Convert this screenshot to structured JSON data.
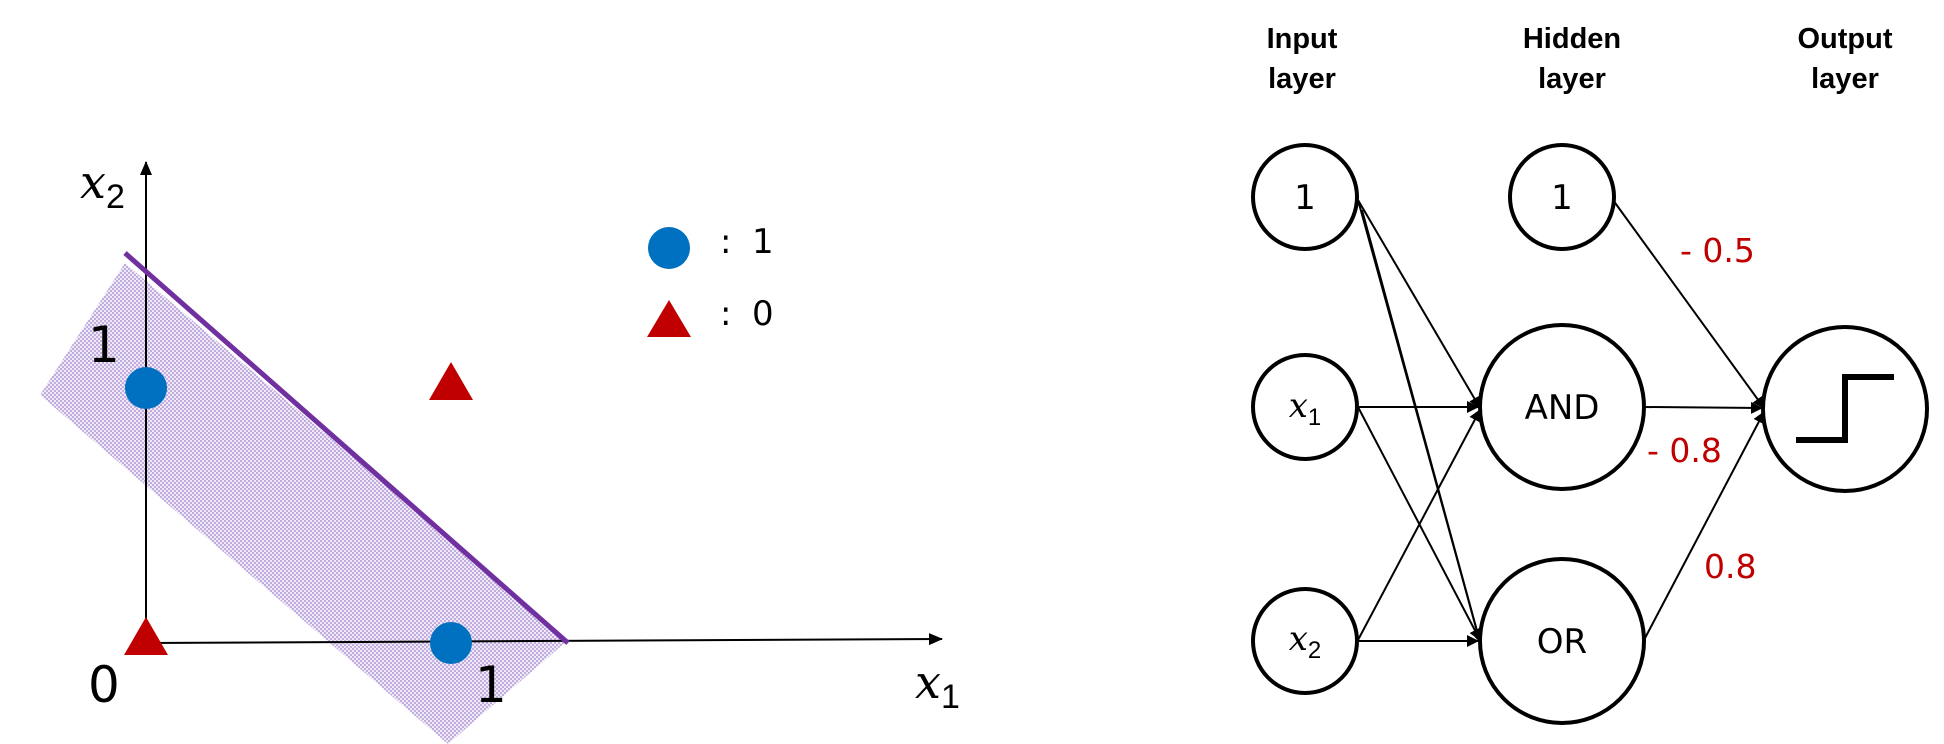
{
  "colors": {
    "class_one": "#0070c0",
    "class_zero": "#c00000",
    "boundary": "#7030a0",
    "region_fill": "#b59ad6",
    "weight_text": "#c00000"
  },
  "plot": {
    "x_axis_label": "x",
    "x_axis_sub": "1",
    "y_axis_label": "x",
    "y_axis_sub": "2",
    "origin_label": "0",
    "x_tick_label": "1",
    "y_tick_label": "1",
    "points": [
      {
        "x1": 0,
        "x2": 0,
        "label": 0
      },
      {
        "x1": 0,
        "x2": 1,
        "label": 1
      },
      {
        "x1": 1,
        "x2": 0,
        "label": 1
      },
      {
        "x1": 1,
        "x2": 1,
        "label": 0
      }
    ],
    "legend": [
      {
        "marker": "circle",
        "separator": ":",
        "text": "1"
      },
      {
        "marker": "triangle",
        "separator": ":",
        "text": "0"
      }
    ]
  },
  "network": {
    "layer_titles": {
      "input": [
        "Input",
        "layer"
      ],
      "hidden": [
        "Hidden",
        "layer"
      ],
      "output": [
        "Output",
        "layer"
      ]
    },
    "input_nodes": {
      "bias": "1",
      "x1_var": "x",
      "x1_sub": "1",
      "x2_var": "x",
      "x2_sub": "2"
    },
    "hidden_nodes": {
      "bias": "1",
      "and": "AND",
      "or": "OR"
    },
    "output_activation": "step-function-icon",
    "weights": {
      "bias_to_output": "- 0.5",
      "and_to_output": "- 0.8",
      "or_to_output": "0.8"
    }
  }
}
